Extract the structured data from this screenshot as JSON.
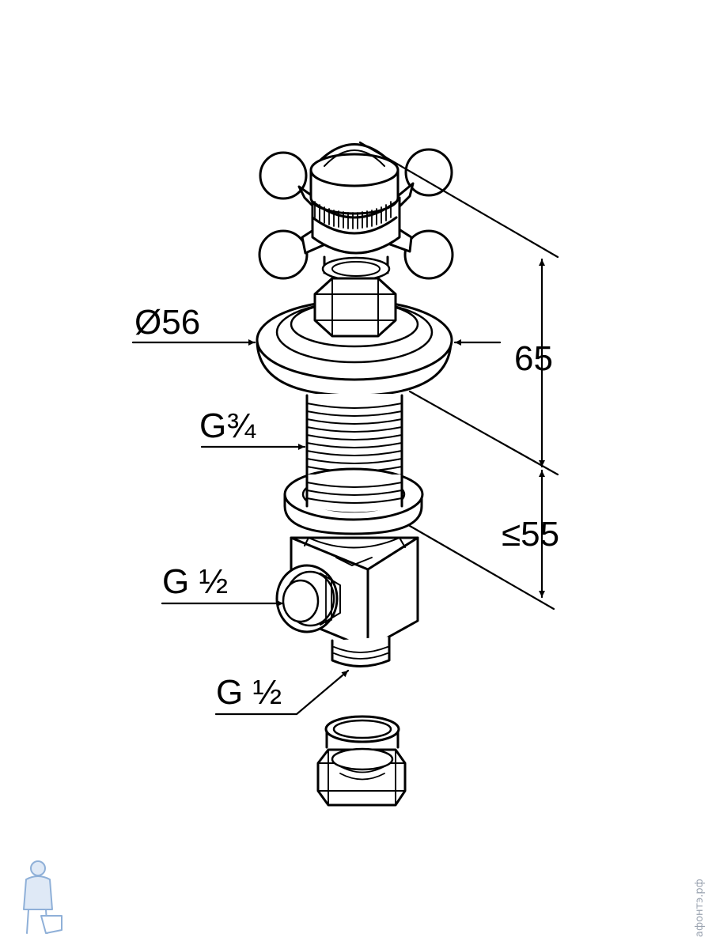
{
  "dimensions": {
    "diameter": "Ø56",
    "height_upper": "65",
    "height_lower": "≤55"
  },
  "threads": {
    "shank": "G¾",
    "side_outlet": "G ½",
    "bottom_outlet": "G ½"
  },
  "watermark": {
    "text": "афонтэ.рф",
    "icon": "plumber-mascot-icon"
  }
}
